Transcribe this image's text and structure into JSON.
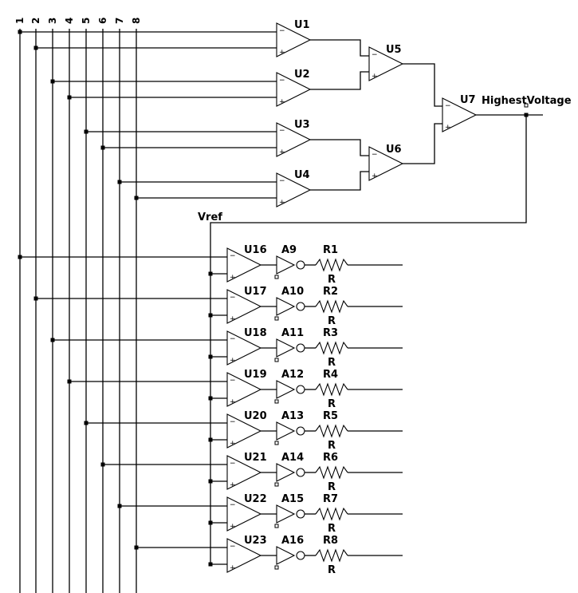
{
  "inputs": [
    "1",
    "2",
    "3",
    "4",
    "5",
    "6",
    "7",
    "8"
  ],
  "first_stage": [
    "U1",
    "U2",
    "U3",
    "U4"
  ],
  "second_stage": [
    "U5",
    "U6"
  ],
  "final_stage": "U7",
  "output_net": "HighestVoltage",
  "vref_net": "Vref",
  "compare_rows": [
    {
      "comparator": "U16",
      "inverter": "A9",
      "resistor": "R1",
      "value": "R"
    },
    {
      "comparator": "U17",
      "inverter": "A10",
      "resistor": "R2",
      "value": "R"
    },
    {
      "comparator": "U18",
      "inverter": "A11",
      "resistor": "R3",
      "value": "R"
    },
    {
      "comparator": "U19",
      "inverter": "A12",
      "resistor": "R4",
      "value": "R"
    },
    {
      "comparator": "U20",
      "inverter": "A13",
      "resistor": "R5",
      "value": "R"
    },
    {
      "comparator": "U21",
      "inverter": "A14",
      "resistor": "R6",
      "value": "R"
    },
    {
      "comparator": "U22",
      "inverter": "A15",
      "resistor": "R7",
      "value": "R"
    },
    {
      "comparator": "U23",
      "inverter": "A16",
      "resistor": "R8",
      "value": "R"
    }
  ],
  "signs": {
    "minus": "−",
    "plus": "+"
  }
}
